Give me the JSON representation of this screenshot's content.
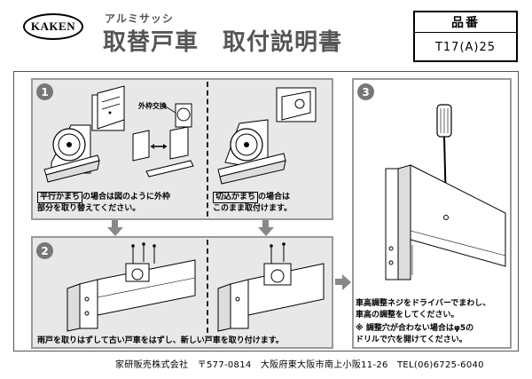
{
  "header": {
    "logo": "KAKEN",
    "subtitle": "アルミサッシ",
    "title": "取替戸車　取付説明書",
    "part_label": "品番",
    "part_number": "T17(A)25"
  },
  "step1": {
    "number": "1",
    "exchange_label": "外枠交換",
    "left_caption_box": "平行かまち",
    "left_caption_rest1": "の場合は図のように外枠",
    "left_caption_line2": "部分を取り替えてください。",
    "right_caption_box": "切込かまち",
    "right_caption_rest1": "の場合は",
    "right_caption_line2": "このまま取付けます。"
  },
  "step2": {
    "number": "2",
    "caption": "雨戸を取りはずして古い戸車をはずし、新しい戸車を取り付けます。"
  },
  "step3": {
    "number": "3",
    "caption_line1": "車高調整ネジをドライバーでまわし、",
    "caption_line2": "車高の調整をしてください。",
    "note_line1": "※ 調整穴が合わない場合はφ5の",
    "note_line2": "ドリルで穴を開けてください。"
  },
  "footer": {
    "text": "家研販売株式会社　〒577-0814　大阪府東大阪市南上小阪11-26　TEL(06)6725-6040"
  }
}
